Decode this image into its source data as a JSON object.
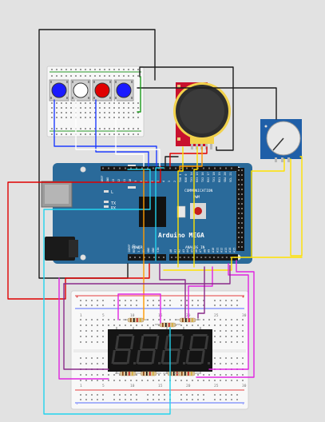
{
  "board": {
    "brand": "Arduino MEGA",
    "section_communication": "COMMUNICATION",
    "section_pwm": "PWM",
    "section_power": "POWER",
    "section_analog": "ANALOG IN",
    "led_l": "L",
    "led_tx": "TX",
    "led_rx": "RX",
    "pin_labels_top": [
      "AREF",
      "GND",
      "13",
      "12",
      "11",
      "10",
      "9",
      "8",
      "7",
      "6",
      "5",
      "4",
      "3",
      "2",
      "TX0 1",
      "RX0 0",
      "TX3 14",
      "RX3 15",
      "TX2 16",
      "RX2 17",
      "TX1 18",
      "RX1 19",
      "SDA 20",
      "SCL 21"
    ],
    "pin_labels_power": [
      "IOREF",
      "RESET",
      "3.3V",
      "5V",
      "GND",
      "GND",
      "VIN"
    ],
    "pin_labels_analog": [
      "A0",
      "A1",
      "A2",
      "A3",
      "A4",
      "A5",
      "A6",
      "A7",
      "A8",
      "A9",
      "A10",
      "A11",
      "A12",
      "A13",
      "A14",
      "A15"
    ]
  },
  "breadboard": {
    "column_numbers": [
      "1",
      "5",
      "10",
      "15",
      "20",
      "25",
      "30"
    ],
    "rail_plus": "+",
    "rail_minus": "-"
  },
  "components": {
    "buttons": [
      {
        "color": "#1a1aff"
      },
      {
        "color": "#ffffff"
      },
      {
        "color": "#e00000"
      },
      {
        "color": "#1a1aff"
      }
    ],
    "joystick": {
      "pcb_color": "#c8102e"
    },
    "potentiometer": {
      "pcb_color": "#1f5fa8"
    },
    "display": {
      "digits": 4,
      "segment_color": "#3a3a3a"
    }
  },
  "wire_colors": {
    "black": "#1a1a1a",
    "red": "#e00000",
    "blue": "#1f3cff",
    "white": "#ffffff",
    "cyan": "#22d3ee",
    "yellow": "#ffe100",
    "orange": "#ff9a00",
    "magenta": "#e024e0",
    "purple": "#8a2a8a",
    "green": "#1a9a1a"
  }
}
